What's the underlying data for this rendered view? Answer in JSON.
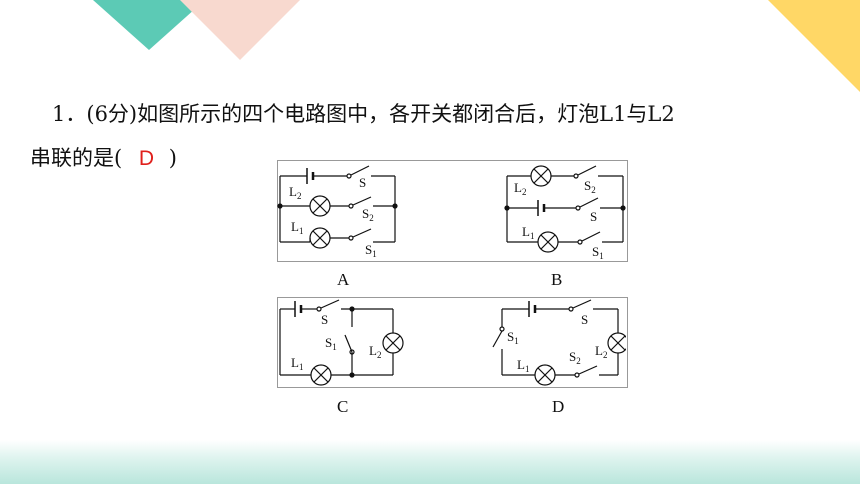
{
  "question": {
    "number": "1．",
    "points": "(6分)",
    "line1_text": "如图所示的四个电路图中，各开关都闭合后，灯泡L1与L2",
    "line2_prefix": "串联的是(",
    "answer": "D",
    "line2_suffix": ")"
  },
  "figures": {
    "a": {
      "label": "A",
      "l2": "L",
      "l2_sub": "2",
      "l1": "L",
      "l1_sub": "1",
      "s": "S",
      "s2": "S",
      "s2_sub": "2",
      "s1": "S",
      "s1_sub": "1"
    },
    "b": {
      "label": "B",
      "l2": "L",
      "l2_sub": "2",
      "l1": "L",
      "l1_sub": "1",
      "s": "S",
      "s2": "S",
      "s2_sub": "2",
      "s1": "S",
      "s1_sub": "1"
    },
    "c": {
      "label": "C",
      "s": "S",
      "s1": "S",
      "s1_sub": "1",
      "l2": "L",
      "l2_sub": "2",
      "l1": "L",
      "l1_sub": "1"
    },
    "d": {
      "label": "D",
      "s": "S",
      "s1": "S",
      "s1_sub": "1",
      "l2": "L",
      "l2_sub": "2",
      "l1": "L",
      "l1_sub": "1",
      "s2": "S",
      "s2_sub": "2"
    }
  },
  "colors": {
    "teal_triangle": "#5ccab5",
    "pink_triangle": "#f8d9cf",
    "yellow_triangle": "#ffd766",
    "answer_red": "#e0201c"
  }
}
